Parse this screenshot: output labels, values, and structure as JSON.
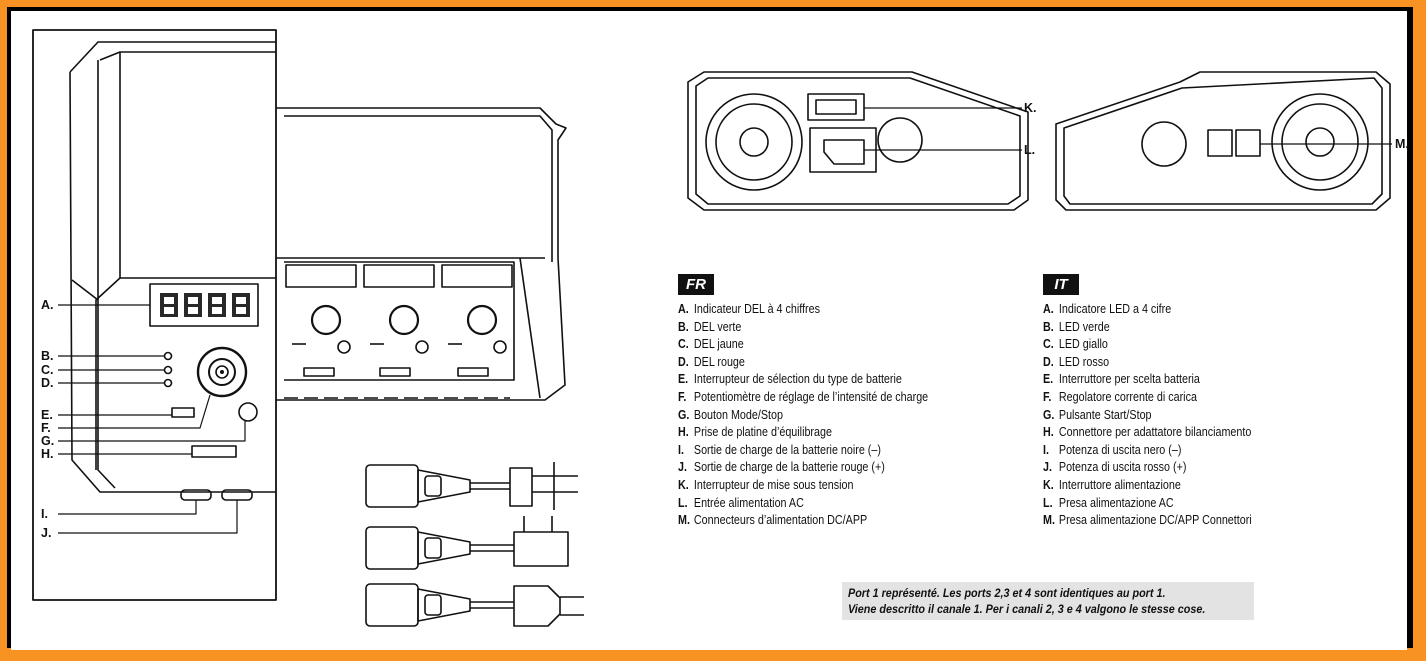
{
  "callouts_left": [
    "A.",
    "B.",
    "C.",
    "D.",
    "E.",
    "F.",
    "G.",
    "H.",
    "I.",
    "J."
  ],
  "callouts_right": [
    "K.",
    "L.",
    "M."
  ],
  "seven_segment_digits": "8888",
  "fr": {
    "badge": "FR",
    "items": [
      {
        "key": "A.",
        "text": "Indicateur DEL à 4 chiffres"
      },
      {
        "key": "B.",
        "text": "DEL verte"
      },
      {
        "key": "C.",
        "text": "DEL jaune"
      },
      {
        "key": "D.",
        "text": "DEL rouge"
      },
      {
        "key": "E.",
        "text": "Interrupteur de sélection du type de batterie"
      },
      {
        "key": "F.",
        "text": "Potentiomètre de réglage de l’intensité de charge"
      },
      {
        "key": "G.",
        "text": "Bouton Mode/Stop"
      },
      {
        "key": "H.",
        "text": "Prise de platine d’équilibrage"
      },
      {
        "key": "I.",
        "text": "Sortie de charge de la batterie noire (–)"
      },
      {
        "key": "J.",
        "text": "Sortie de charge de la batterie rouge (+)"
      },
      {
        "key": "K.",
        "text": "Interrupteur de mise sous tension"
      },
      {
        "key": "L.",
        "text": "Entrée alimentation AC"
      },
      {
        "key": "M.",
        "text": "Connecteurs d’alimentation DC/APP"
      }
    ]
  },
  "it": {
    "badge": "IT",
    "items": [
      {
        "key": "A.",
        "text": "Indicatore LED a 4 cifre"
      },
      {
        "key": "B.",
        "text": "LED verde"
      },
      {
        "key": "C.",
        "text": "LED giallo"
      },
      {
        "key": "D.",
        "text": "LED rosso"
      },
      {
        "key": "E.",
        "text": "Interruttore per scelta batteria"
      },
      {
        "key": "F.",
        "text": "Regolatore corrente di carica"
      },
      {
        "key": "G.",
        "text": "Pulsante Start/Stop"
      },
      {
        "key": "H.",
        "text": "Connettore per adattatore bilanciamento"
      },
      {
        "key": "I.",
        "text": "Potenza di uscita nero (–)"
      },
      {
        "key": "J.",
        "text": "Potenza di uscita rosso (+)"
      },
      {
        "key": "K.",
        "text": "Interruttore alimentazione"
      },
      {
        "key": "L.",
        "text": "Presa alimentazione AC"
      },
      {
        "key": "M.",
        "text": "Presa alimentazione DC/APP Connettori"
      }
    ]
  },
  "note": {
    "line1": "Port 1 représenté. Les ports 2,3 et 4 sont identiques au port 1.",
    "line2": "Viene descritto il canale 1. Per i canali 2, 3 e 4 valgono le stesse cose."
  },
  "colors": {
    "frame": "#f79223",
    "ink": "#111111",
    "note_bg": "#e3e3e3"
  }
}
